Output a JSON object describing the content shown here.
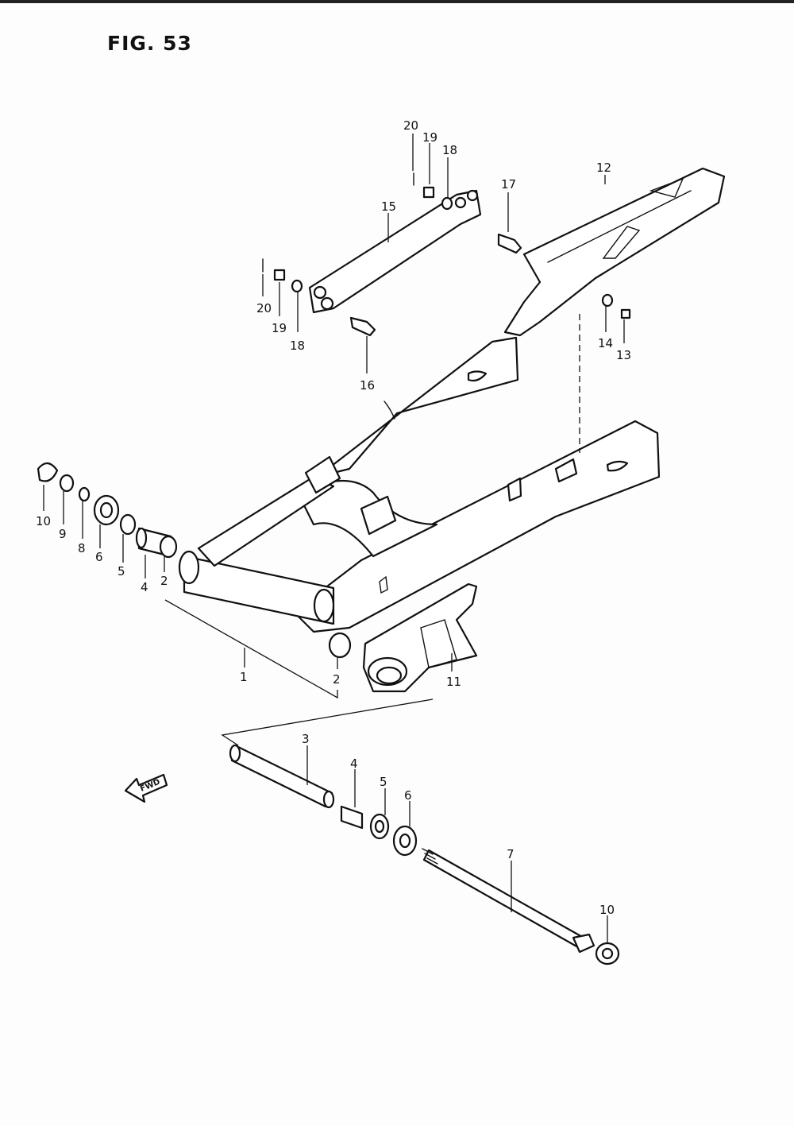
{
  "figure": {
    "title": "FIG. 53"
  },
  "forward_marker": {
    "label": "FWD",
    "icon": "forward-arrow-icon"
  },
  "callouts": [
    "20",
    "19",
    "18",
    "12",
    "17",
    "15",
    "20",
    "19",
    "18",
    "16",
    "14",
    "13",
    "10",
    "9",
    "8",
    "6",
    "5",
    "4",
    "2",
    "1",
    "2",
    "11",
    "3",
    "4",
    "5",
    "6",
    "7",
    "10"
  ],
  "parts": [
    {
      "id": "swingarm",
      "number": "1"
    },
    {
      "id": "bearing",
      "number": "2"
    },
    {
      "id": "spacer",
      "number": "3"
    },
    {
      "id": "pivot-bushing",
      "number": "4"
    },
    {
      "id": "washer",
      "number": "5"
    },
    {
      "id": "dust-seal",
      "number": "6"
    },
    {
      "id": "pivot-shaft",
      "number": "7"
    },
    {
      "id": "washer-small",
      "number": "8"
    },
    {
      "id": "collar",
      "number": "9"
    },
    {
      "id": "nut",
      "number": "10"
    },
    {
      "id": "chain-guide",
      "number": "11"
    },
    {
      "id": "chain-case",
      "number": "12"
    },
    {
      "id": "bolt",
      "number": "13"
    },
    {
      "id": "washer-case",
      "number": "14"
    },
    {
      "id": "torque-link",
      "number": "15"
    },
    {
      "id": "bolt-link",
      "number": "16"
    },
    {
      "id": "bolt-case",
      "number": "17"
    },
    {
      "id": "washer-link",
      "number": "18"
    },
    {
      "id": "castle-nut",
      "number": "19"
    },
    {
      "id": "cotter-pin",
      "number": "20"
    }
  ]
}
